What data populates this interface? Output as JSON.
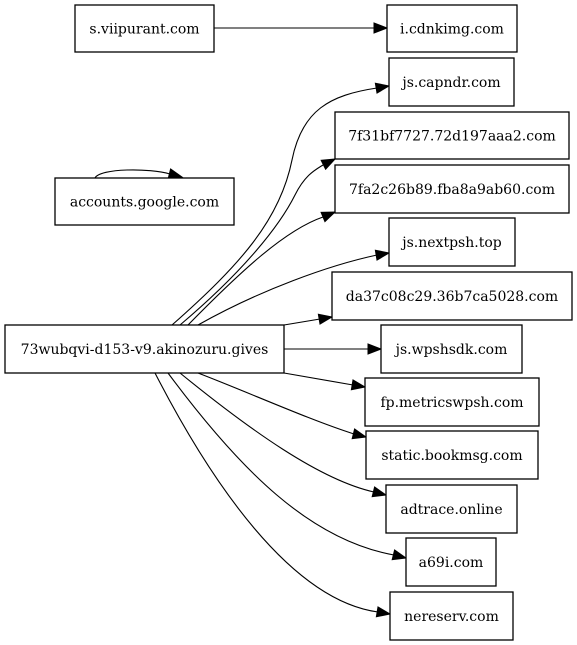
{
  "graph": {
    "nodes": [
      {
        "id": "viipurant",
        "label": "s.viipurant.com"
      },
      {
        "id": "cdnkimg",
        "label": "i.cdnkimg.com"
      },
      {
        "id": "capndr",
        "label": "js.capndr.com"
      },
      {
        "id": "h7f31",
        "label": "7f31bf7727.72d197aaa2.com"
      },
      {
        "id": "h7fa2",
        "label": "7fa2c26b89.fba8a9ab60.com"
      },
      {
        "id": "google",
        "label": "accounts.google.com"
      },
      {
        "id": "nextpsh",
        "label": "js.nextpsh.top"
      },
      {
        "id": "da37",
        "label": "da37c08c29.36b7ca5028.com"
      },
      {
        "id": "akinozuru",
        "label": "73wubqvi-d153-v9.akinozuru.gives"
      },
      {
        "id": "wpshsdk",
        "label": "js.wpshsdk.com"
      },
      {
        "id": "metrics",
        "label": "fp.metricswpsh.com"
      },
      {
        "id": "bookmsg",
        "label": "static.bookmsg.com"
      },
      {
        "id": "adtrace",
        "label": "adtrace.online"
      },
      {
        "id": "a69i",
        "label": "a69i.com"
      },
      {
        "id": "nereserv",
        "label": "nereserv.com"
      }
    ],
    "edges": [
      {
        "from": "viipurant",
        "to": "cdnkimg"
      },
      {
        "from": "google",
        "to": "google"
      },
      {
        "from": "akinozuru",
        "to": "capndr"
      },
      {
        "from": "akinozuru",
        "to": "h7f31"
      },
      {
        "from": "akinozuru",
        "to": "h7fa2"
      },
      {
        "from": "akinozuru",
        "to": "nextpsh"
      },
      {
        "from": "akinozuru",
        "to": "da37"
      },
      {
        "from": "akinozuru",
        "to": "wpshsdk"
      },
      {
        "from": "akinozuru",
        "to": "metrics"
      },
      {
        "from": "akinozuru",
        "to": "bookmsg"
      },
      {
        "from": "akinozuru",
        "to": "adtrace"
      },
      {
        "from": "akinozuru",
        "to": "a69i"
      },
      {
        "from": "akinozuru",
        "to": "nereserv"
      }
    ]
  }
}
